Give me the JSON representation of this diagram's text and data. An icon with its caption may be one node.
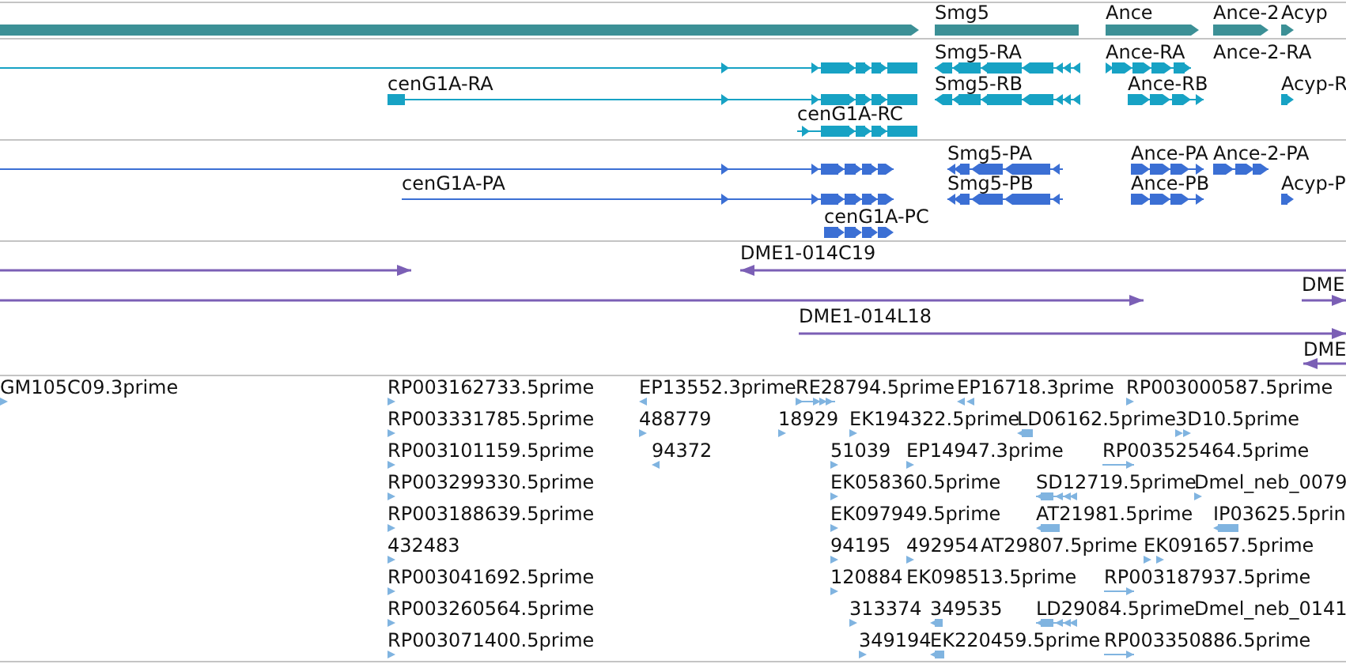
{
  "diagram": {
    "nodes": [
      {
        "text": [],
        "shape": "bar"
      },
      {
        "text": [
          "Smg5"
        ]
      },
      {
        "text": [
          "Ance"
        ]
      },
      {
        "text": [
          "Ance-2"
        ]
      },
      {
        "text": [
          "Acyp"
        ]
      },
      {
        "text": [],
        "shape": "bar"
      },
      {
        "text": [
          "Smg5-RA"
        ]
      },
      {
        "text": [
          "Ance-RA"
        ]
      },
      {
        "text": [
          "cenG1A-RA"
        ]
      },
      {
        "text": [
          "Smg5-RB"
        ]
      },
      {
        "text": [
          "Ance-RB"
        ]
      },
      {
        "text": [
          "Acyp-R"
        ]
      },
      {
        "text": [
          "cenG1A-RC"
        ]
      },
      {
        "text": [],
        "shape": "bar"
      },
      {
        "text": [
          "Smg5-PA"
        ]
      },
      {
        "text": [
          "Ance-PA"
        ]
      },
      {
        "text": [
          "Ance-2-PA"
        ]
      },
      {
        "text": [
          "cenG1A-PA"
        ]
      },
      {
        "text": [
          "Smg5-PB"
        ]
      },
      {
        "text": [
          "Ance-PB"
        ]
      },
      {
        "text": [
          "Acyp-P"
        ]
      },
      {
        "text": [
          "cenG1A-PC"
        ]
      },
      {
        "text": [],
        "shape": "bar"
      },
      {
        "text": [
          "DME1-014C19"
        ]
      },
      {
        "text": [],
        "shape": "bar"
      },
      {
        "text": [
          "DME"
        ]
      },
      {
        "text": [
          "DME1-014L18"
        ]
      },
      {
        "text": [
          "DME"
        ]
      },
      {
        "text": [
          "GM105C09.3prime"
        ]
      },
      {
        "text": [
          "RP003162733.5prime"
        ]
      },
      {
        "text": [
          "EP13552.3prime"
        ]
      },
      {
        "text": [
          "RE28794.5prime"
        ]
      },
      {
        "text": [
          "EP16718.3prime"
        ]
      },
      {
        "text": [
          "RP003000587.5prime"
        ]
      },
      {
        "text": [
          "RP003331785.5prime"
        ]
      },
      {
        "text": [
          "488779"
        ]
      },
      {
        "text": [
          "18929"
        ]
      },
      {
        "text": [
          "EK194322.5prime"
        ]
      },
      {
        "text": [
          "LD06162.5prime"
        ]
      },
      {
        "text": [
          "3D10.5prime"
        ]
      },
      {
        "text": [
          "RP003101159.5prime"
        ]
      },
      {
        "text": [
          "94372"
        ]
      },
      {
        "text": [
          "51039"
        ]
      },
      {
        "text": [
          "EP14947.3prime"
        ]
      },
      {
        "text": [
          "RP003525464.5prime"
        ]
      },
      {
        "text": [
          "RP003299330.5prime"
        ]
      },
      {
        "text": [
          "EK058360.5prime"
        ]
      },
      {
        "text": [
          "SD12719.5prime"
        ]
      },
      {
        "text": [
          "Dmel_neb_0079"
        ]
      },
      {
        "text": [
          "RP003188639.5prime"
        ]
      },
      {
        "text": [
          "EK097949.5prime"
        ]
      },
      {
        "text": [
          "AT21981.5prime"
        ]
      },
      {
        "text": [
          "IP03625.5prin"
        ]
      },
      {
        "text": [
          "432483"
        ]
      },
      {
        "text": [
          "94195"
        ]
      },
      {
        "text": [
          "492954"
        ]
      },
      {
        "text": [
          "EK091657.5prime"
        ]
      },
      {
        "text": [
          "RP003041692.5prime"
        ]
      },
      {
        "text": [
          "120884"
        ]
      },
      {
        "text": [
          "RP003187937.5prime"
        ]
      },
      {
        "text": [
          "RP003260564.5prime"
        ]
      },
      {
        "text": [
          "313374"
        ]
      },
      {
        "text": [
          "349535"
        ]
      },
      {
        "text": [
          "LD29084.5prime"
        ]
      },
      {
        "text": [
          "RP003071400.5prime"
        ]
      },
      {
        "text": [
          "349194"
        ]
      },
      {
        "text": [
          "EK220459.5prime"
        ]
      },
      {
        "text": [
          "RP003350886.5prime"
        ]
      }
    ],
    "labels": [
      "Ance-2-RA",
      "AT29807.5prime",
      "EK098513.5prime",
      "Dmel_neb_0141"
    ]
  }
}
